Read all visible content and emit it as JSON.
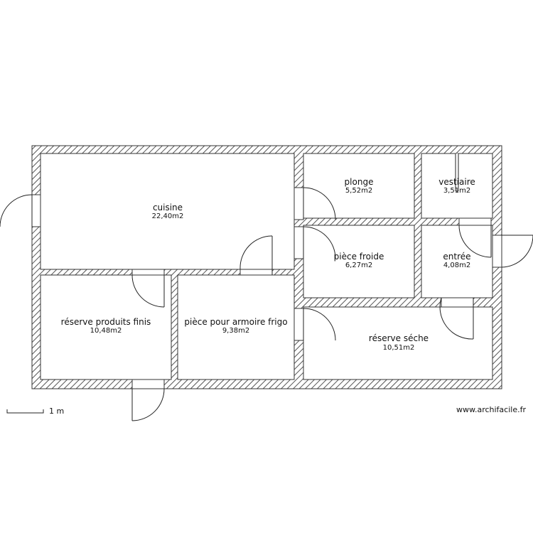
{
  "rooms": [
    {
      "id": "cuisine",
      "name": "cuisine",
      "area": "22,40m2"
    },
    {
      "id": "plonge",
      "name": "plonge",
      "area": "5,52m2"
    },
    {
      "id": "vestiaire",
      "name": "vestiaire",
      "area": "3,51m2"
    },
    {
      "id": "piece-froide",
      "name": "pièce froide",
      "area": "6,27m2"
    },
    {
      "id": "entree",
      "name": "entrée",
      "area": "4,08m2"
    },
    {
      "id": "reserve-produits-finis",
      "name": "réserve produits finis",
      "area": "10,48m2"
    },
    {
      "id": "piece-armoire-frigo",
      "name": "pièce pour armoire frigo",
      "area": "9,38m2"
    },
    {
      "id": "reserve-seche",
      "name": "réserve séche",
      "area": "10,51m2"
    }
  ],
  "scale": {
    "label": "1 m"
  },
  "watermark": "www.archifacile.fr"
}
